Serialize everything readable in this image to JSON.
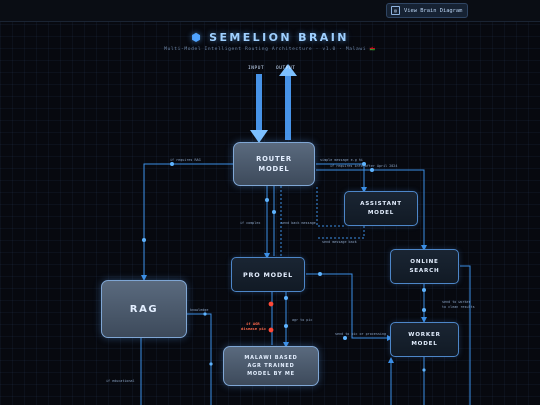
{
  "toolbar": {
    "view_button_label": "View Brain Diagram",
    "view_button_icon": "diagram-icon"
  },
  "header": {
    "title": "SEMELION BRAIN",
    "title_icon": "hexagon-icon",
    "subtitle": "Multi-Model Intelligent Routing Architecture · v1.0 · Malawi 🇲🇼"
  },
  "io": {
    "input": "INPUT",
    "output": "OUTPUT"
  },
  "nodes": {
    "router": "ROUTER\nMODEL",
    "assistant": "ASSISTANT\nMODEL",
    "online_search": "ONLINE\nSEARCH",
    "pro": "PRO MODEL",
    "rag": "RAG",
    "worker": "WORKER\nMODEL",
    "malawi": "MALAWI BASED\nAGR TRAINED\nMODEL BY ME"
  },
  "edge_labels": {
    "if_requires_rag": "if requires RAG",
    "simple_message": "simple message e.g hi",
    "if_requires_after": "if requires info after April 2024",
    "if_complex": "if complex",
    "send_back_message": "send back message",
    "send_message_back": "send message back",
    "knowledge": "knowledge",
    "if_agr": "if AGR",
    "disease_pic": "disease pic",
    "agr_to_pic": "agr to pic",
    "send_to_pic_or_processing": "send to pic or processing",
    "send_to_worker": "send to worker",
    "to_clean_results": "to clean results",
    "if_educational": "if educational"
  },
  "colors": {
    "accent": "#4fa3ff",
    "wire": "#3b8fe6",
    "alert": "#ff4a3a",
    "background": "#07090f"
  }
}
